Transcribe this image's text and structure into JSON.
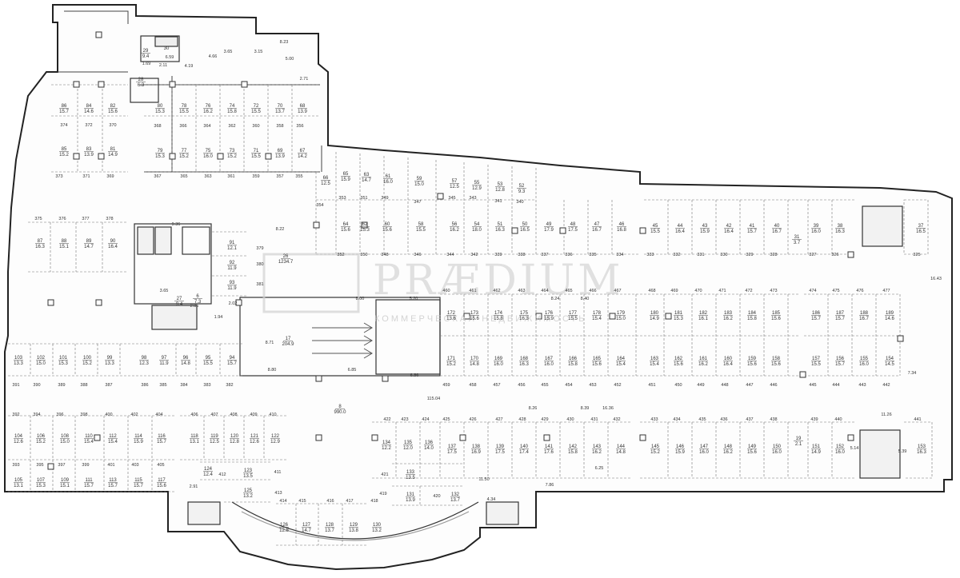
{
  "watermark": {
    "brand": "PRÆDIUM",
    "tagline": "КОММЕРЧЕСКАЯ НЕДВИЖИМОСТЬ"
  },
  "spaces": [
    {
      "n": "86",
      "a": "15.7"
    },
    {
      "n": "84",
      "a": "14.6"
    },
    {
      "n": "82",
      "a": "15.6"
    },
    {
      "n": "85",
      "a": "15.2"
    },
    {
      "n": "83",
      "a": "13.9"
    },
    {
      "n": "81",
      "a": "14.9"
    },
    {
      "n": "80",
      "a": "15.3"
    },
    {
      "n": "78",
      "a": "15.5"
    },
    {
      "n": "76",
      "a": "16.2"
    },
    {
      "n": "74",
      "a": "15.8"
    },
    {
      "n": "72",
      "a": "15.5"
    },
    {
      "n": "70",
      "a": "13.7"
    },
    {
      "n": "68",
      "a": "13.9"
    },
    {
      "n": "79",
      "a": "15.3"
    },
    {
      "n": "77",
      "a": "15.2"
    },
    {
      "n": "75",
      "a": "16.0"
    },
    {
      "n": "73",
      "a": "15.2"
    },
    {
      "n": "71",
      "a": "15.5"
    },
    {
      "n": "69",
      "a": "13.9"
    },
    {
      "n": "67",
      "a": "14.2"
    },
    {
      "n": "66",
      "a": "12.5"
    },
    {
      "n": "65",
      "a": "15.9"
    },
    {
      "n": "63",
      "a": "14.7"
    },
    {
      "n": "61",
      "a": "16.0"
    },
    {
      "n": "59",
      "a": "15.0"
    },
    {
      "n": "57",
      "a": "12.5"
    },
    {
      "n": "55",
      "a": "12.9"
    },
    {
      "n": "53",
      "a": "12.8"
    },
    {
      "n": "52",
      "a": "9.3"
    },
    {
      "n": "64",
      "a": "15.6"
    },
    {
      "n": "62",
      "a": "15.3"
    },
    {
      "n": "60",
      "a": "15.6"
    },
    {
      "n": "58",
      "a": "15.5"
    },
    {
      "n": "56",
      "a": "16.2"
    },
    {
      "n": "54",
      "a": "18.0"
    },
    {
      "n": "51",
      "a": "16.3"
    },
    {
      "n": "50",
      "a": "16.5"
    },
    {
      "n": "49",
      "a": "17.9"
    },
    {
      "n": "48",
      "a": "17.5"
    },
    {
      "n": "47",
      "a": "16.7"
    },
    {
      "n": "46",
      "a": "16.8"
    },
    {
      "n": "45",
      "a": "15.5"
    },
    {
      "n": "44",
      "a": "16.4"
    },
    {
      "n": "43",
      "a": "15.9"
    },
    {
      "n": "42",
      "a": "16.4"
    },
    {
      "n": "41",
      "a": "15.7"
    },
    {
      "n": "40",
      "a": "16.7"
    },
    {
      "n": "39",
      "a": "16.0"
    },
    {
      "n": "38",
      "a": "16.3"
    },
    {
      "n": "37",
      "a": "16.5"
    },
    {
      "n": "87",
      "a": "16.3"
    },
    {
      "n": "88",
      "a": "15.1"
    },
    {
      "n": "89",
      "a": "14.7"
    },
    {
      "n": "90",
      "a": "16.4"
    },
    {
      "n": "91",
      "a": "12.1"
    },
    {
      "n": "92",
      "a": "11.9"
    },
    {
      "n": "93",
      "a": "11.9"
    },
    {
      "n": "172",
      "a": "13.6"
    },
    {
      "n": "173",
      "a": "15.6"
    },
    {
      "n": "174",
      "a": "15.8"
    },
    {
      "n": "175",
      "a": "16.3"
    },
    {
      "n": "176",
      "a": "15.9"
    },
    {
      "n": "177",
      "a": "15.5"
    },
    {
      "n": "178",
      "a": "15.4"
    },
    {
      "n": "179",
      "a": "15.0"
    },
    {
      "n": "180",
      "a": "14.9"
    },
    {
      "n": "181",
      "a": "15.3"
    },
    {
      "n": "182",
      "a": "16.1"
    },
    {
      "n": "183",
      "a": "16.2"
    },
    {
      "n": "184",
      "a": "15.8"
    },
    {
      "n": "185",
      "a": "15.6"
    },
    {
      "n": "186",
      "a": "15.7"
    },
    {
      "n": "187",
      "a": "15.7"
    },
    {
      "n": "188",
      "a": "16.7"
    },
    {
      "n": "189",
      "a": "14.6"
    },
    {
      "n": "171",
      "a": "15.2"
    },
    {
      "n": "170",
      "a": "14.8"
    },
    {
      "n": "169",
      "a": "16.0"
    },
    {
      "n": "168",
      "a": "16.3"
    },
    {
      "n": "167",
      "a": "16.0"
    },
    {
      "n": "166",
      "a": "15.8"
    },
    {
      "n": "165",
      "a": "15.6"
    },
    {
      "n": "164",
      "a": "15.4"
    },
    {
      "n": "163",
      "a": "15.4"
    },
    {
      "n": "162",
      "a": "15.6"
    },
    {
      "n": "161",
      "a": "16.2"
    },
    {
      "n": "160",
      "a": "16.4"
    },
    {
      "n": "159",
      "a": "15.6"
    },
    {
      "n": "158",
      "a": "15.6"
    },
    {
      "n": "157",
      "a": "15.5"
    },
    {
      "n": "156",
      "a": "15.7"
    },
    {
      "n": "155",
      "a": "16.0"
    },
    {
      "n": "154",
      "a": "14.5"
    },
    {
      "n": "103",
      "a": "13.3"
    },
    {
      "n": "102",
      "a": "15.0"
    },
    {
      "n": "101",
      "a": "15.3"
    },
    {
      "n": "100",
      "a": "15.2"
    },
    {
      "n": "99",
      "a": "13.3"
    },
    {
      "n": "98",
      "a": "12.3"
    },
    {
      "n": "97",
      "a": "11.9"
    },
    {
      "n": "96",
      "a": "14.8"
    },
    {
      "n": "95",
      "a": "15.5"
    },
    {
      "n": "94",
      "a": "15.7"
    },
    {
      "n": "104",
      "a": "12.6"
    },
    {
      "n": "106",
      "a": "15.2"
    },
    {
      "n": "108",
      "a": "15.0"
    },
    {
      "n": "110",
      "a": "15.4"
    },
    {
      "n": "112",
      "a": "15.4"
    },
    {
      "n": "114",
      "a": "15.9"
    },
    {
      "n": "116",
      "a": "15.7"
    },
    {
      "n": "105",
      "a": "13.1"
    },
    {
      "n": "107",
      "a": "15.3"
    },
    {
      "n": "109",
      "a": "15.1"
    },
    {
      "n": "111",
      "a": "15.7"
    },
    {
      "n": "113",
      "a": "15.7"
    },
    {
      "n": "115",
      "a": "15.7"
    },
    {
      "n": "117",
      "a": "15.6"
    },
    {
      "n": "118",
      "a": "13.1"
    },
    {
      "n": "119",
      "a": "12.5"
    },
    {
      "n": "120",
      "a": "12.8"
    },
    {
      "n": "121",
      "a": "12.6"
    },
    {
      "n": "122",
      "a": "12.9"
    },
    {
      "n": "124",
      "a": "12.4"
    },
    {
      "n": "123",
      "a": "13.5"
    },
    {
      "n": "125",
      "a": "13.2"
    },
    {
      "n": "134",
      "a": "12.2"
    },
    {
      "n": "135",
      "a": "12.0"
    },
    {
      "n": "136",
      "a": "14.0"
    },
    {
      "n": "137",
      "a": "17.5"
    },
    {
      "n": "138",
      "a": "16.9"
    },
    {
      "n": "139",
      "a": "17.5"
    },
    {
      "n": "140",
      "a": "17.4"
    },
    {
      "n": "141",
      "a": "17.6"
    },
    {
      "n": "142",
      "a": "15.8"
    },
    {
      "n": "143",
      "a": "16.2"
    },
    {
      "n": "144",
      "a": "14.8"
    },
    {
      "n": "145",
      "a": "15.2"
    },
    {
      "n": "146",
      "a": "15.9"
    },
    {
      "n": "147",
      "a": "16.0"
    },
    {
      "n": "148",
      "a": "16.2"
    },
    {
      "n": "149",
      "a": "15.6"
    },
    {
      "n": "150",
      "a": "16.0"
    },
    {
      "n": "151",
      "a": "14.9"
    },
    {
      "n": "152",
      "a": "16.0"
    },
    {
      "n": "153",
      "a": "16.3"
    },
    {
      "n": "133",
      "a": "13.5"
    },
    {
      "n": "131",
      "a": "13.9"
    },
    {
      "n": "132",
      "a": "13.7"
    },
    {
      "n": "126",
      "a": "12.8"
    },
    {
      "n": "127",
      "a": "14.7"
    },
    {
      "n": "128",
      "a": "13.7"
    },
    {
      "n": "129",
      "a": "13.8"
    },
    {
      "n": "130",
      "a": "13.2"
    },
    {
      "n": "30",
      "a": ""
    },
    {
      "n": "29",
      "a": "9.4"
    },
    {
      "n": "28",
      "a": "6.3"
    },
    {
      "n": "27",
      "a": "9.4"
    },
    {
      "n": "31",
      "a": "3.7"
    },
    {
      "n": "19",
      "a": "2.1"
    },
    {
      "n": "6",
      "a": "7.3"
    },
    {
      "n": "26",
      "a": "1234.7"
    },
    {
      "n": "17",
      "a": "204.9"
    },
    {
      "n": "8",
      "a": "990.0"
    }
  ],
  "labels": [
    "374",
    "372",
    "370",
    "373",
    "371",
    "369",
    "368",
    "366",
    "364",
    "362",
    "360",
    "358",
    "356",
    "367",
    "365",
    "363",
    "361",
    "359",
    "357",
    "355",
    "353",
    "351",
    "349",
    "347",
    "345",
    "343",
    "341",
    "340",
    "354",
    "352",
    "350",
    "348",
    "346",
    "344",
    "342",
    "339",
    "338",
    "337",
    "336",
    "335",
    "334",
    "333",
    "332",
    "331",
    "330",
    "329",
    "328",
    "327",
    "326",
    "325",
    "375",
    "376",
    "377",
    "378",
    "379",
    "380",
    "381",
    "460",
    "461",
    "462",
    "463",
    "464",
    "465",
    "466",
    "467",
    "468",
    "469",
    "470",
    "471",
    "472",
    "473",
    "474",
    "475",
    "476",
    "477",
    "459",
    "458",
    "457",
    "456",
    "455",
    "454",
    "453",
    "452",
    "451",
    "450",
    "449",
    "448",
    "447",
    "446",
    "445",
    "444",
    "443",
    "442",
    "391",
    "390",
    "389",
    "388",
    "387",
    "386",
    "385",
    "384",
    "383",
    "382",
    "392",
    "394",
    "396",
    "398",
    "400",
    "402",
    "404",
    "406",
    "407",
    "408",
    "409",
    "410",
    "393",
    "395",
    "397",
    "399",
    "401",
    "403",
    "405",
    "411",
    "412",
    "413",
    "414",
    "415",
    "416",
    "417",
    "418",
    "419",
    "420",
    "421",
    "422",
    "423",
    "424",
    "425",
    "426",
    "427",
    "428",
    "429",
    "430",
    "431",
    "432",
    "433",
    "434",
    "435",
    "436",
    "437",
    "438",
    "439",
    "440",
    "441",
    "8.23",
    "5.00",
    "2.71",
    "3.15",
    "3.65",
    "4.66",
    "6.59",
    "4.19",
    "2.11",
    "1.69",
    "9.36",
    "8.22",
    "16.43",
    "8.00",
    "5.20",
    "8.71",
    "6.85",
    "6.86",
    "8.80",
    "115.04",
    "8.26",
    "8.24",
    "8.40",
    "8.39",
    "16.36",
    "7.34",
    "11.26",
    "5.14",
    "5.39",
    "6.25",
    "11.50",
    "7.86",
    "4.34",
    "3.65",
    "2.85",
    "1.94",
    "2.02",
    "2.91"
  ]
}
